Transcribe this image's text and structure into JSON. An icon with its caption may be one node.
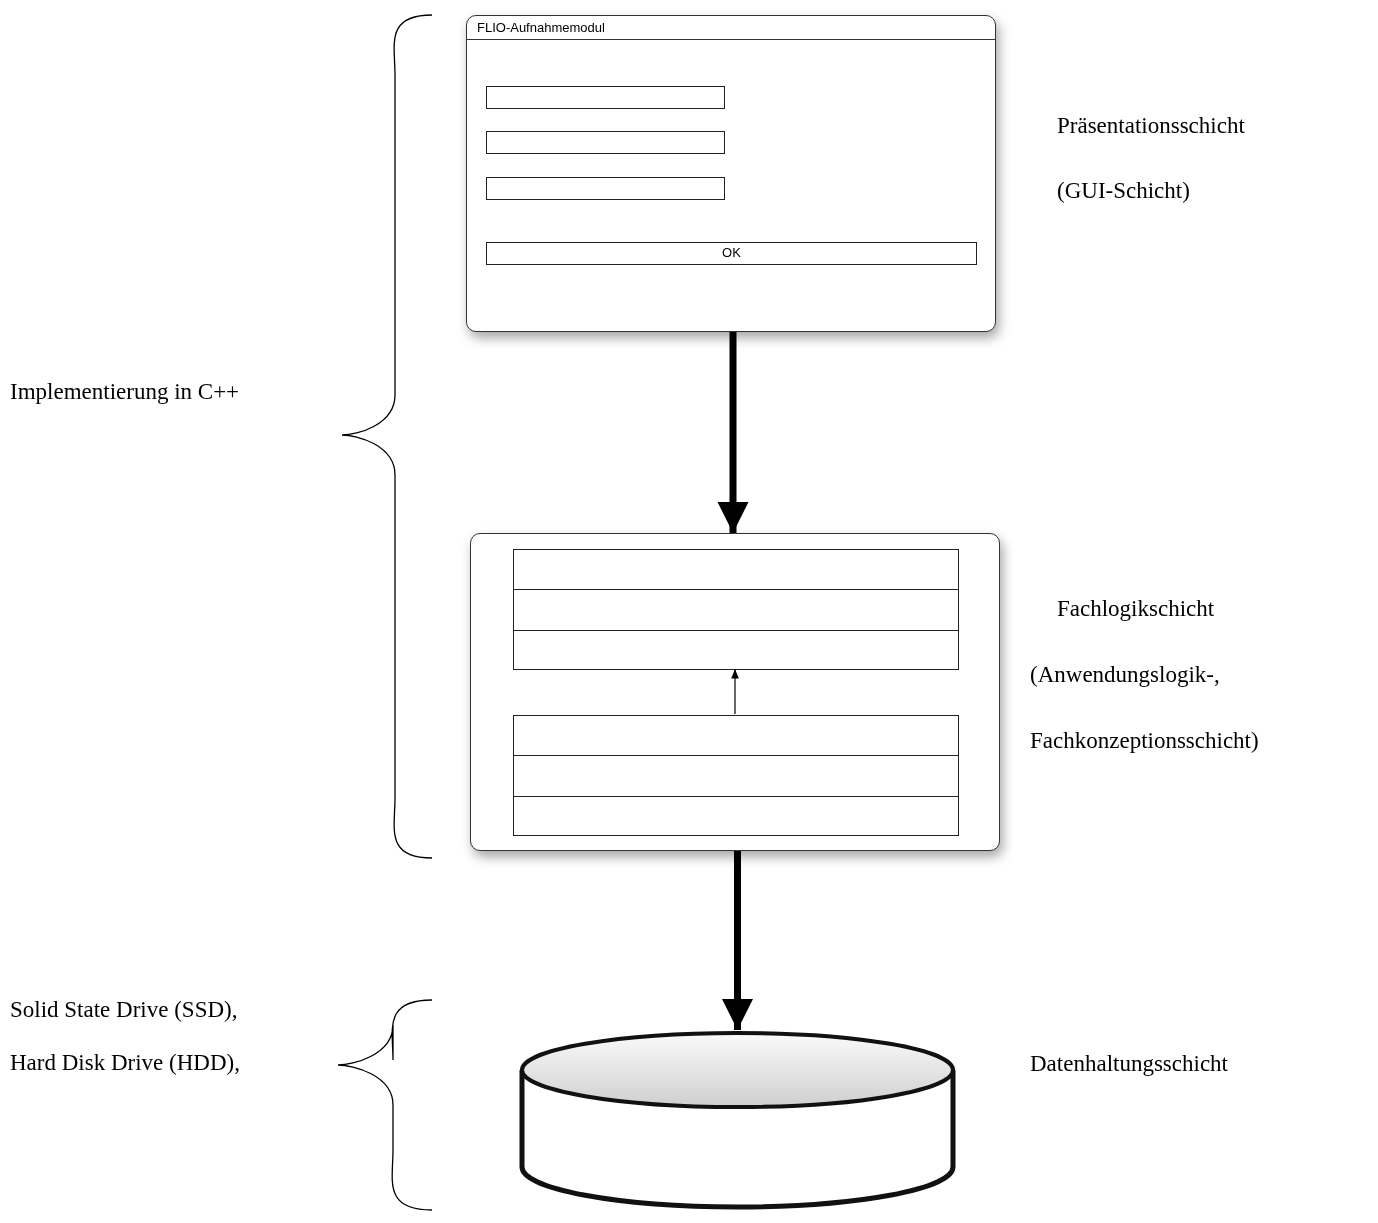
{
  "diagram": {
    "nodes": [
      {
        "text": [
          "FLIO-Aufnahmemodul"
        ]
      },
      {
        "text": [],
        "shape": "box",
        "in": 0
      },
      {
        "text": [],
        "shape": "box",
        "in": 0
      },
      {
        "text": [],
        "shape": "box",
        "in": 0
      },
      {
        "text": [
          "OK"
        ],
        "in": 0
      },
      {
        "text": [],
        "shape": "box"
      },
      {
        "text": [],
        "shape": "box",
        "in": 5
      },
      {
        "text": [],
        "shape": "box",
        "in": 5
      },
      {
        "text": [],
        "shape": "cylinder"
      }
    ],
    "edges": [
      {
        "from": 0,
        "to": 5,
        "arrow": "to"
      },
      {
        "from": 7,
        "to": 6,
        "arrow": "to"
      },
      {
        "from": 5,
        "to": 8,
        "arrow": "to"
      }
    ],
    "labels": [
      "Präsentationsschicht",
      "(GUI-Schicht)",
      "Implementierung in C++",
      "Fachlogikschicht",
      "(Anwendungslogik-, Fachkonzeptionsschicht)",
      "Solid State Drive (SSD),",
      "Hard Disk Drive (HDD),",
      "Datenhaltungsschicht"
    ]
  }
}
